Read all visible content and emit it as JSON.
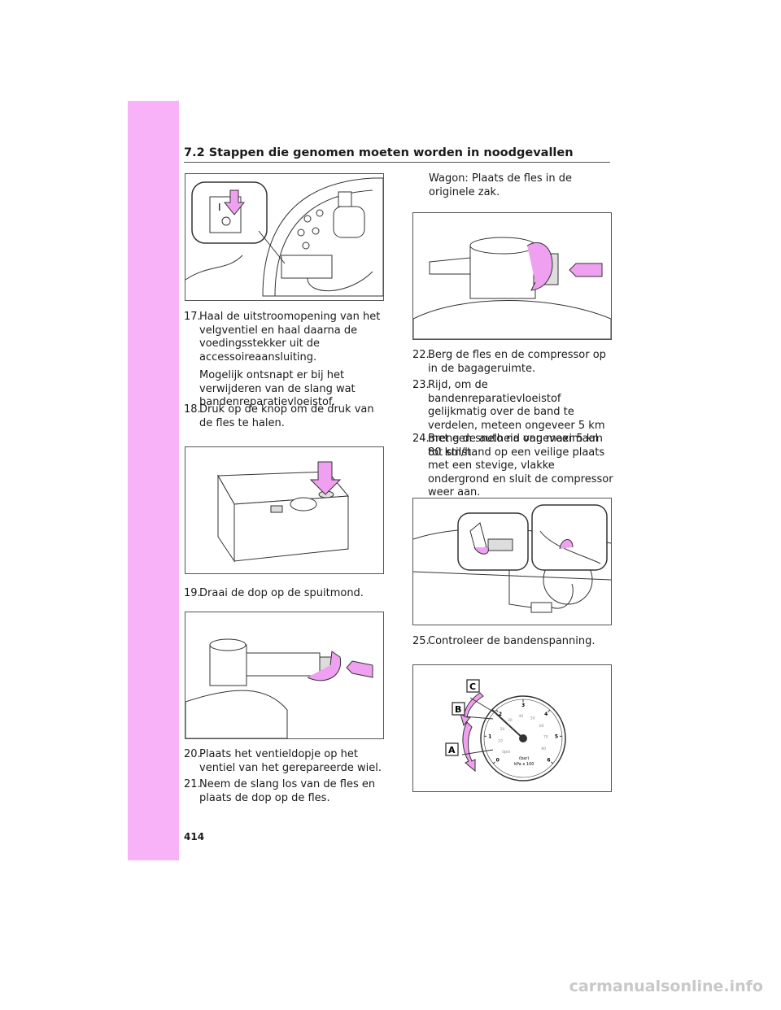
{
  "header": {
    "title": "7.2  Stappen die genomen moeten worden in noodgevallen"
  },
  "page_number": "414",
  "left_column": {
    "step17": {
      "num": "17.",
      "text": "Haal de uitstroomopening van het velgventiel en haal daarna de voedingsstekker uit de accessoireaansluiting.",
      "note": "Mogelijk ontsnapt er bij het verwijderen van de slang wat bandenreparatievloeistof."
    },
    "step18": {
      "num": "18.",
      "text": "Druk op de knop om de druk van de fles te halen."
    },
    "step19": {
      "num": "19.",
      "text": "Draai de dop op de spuitmond."
    },
    "step20": {
      "num": "20.",
      "text": "Plaats het ventieldopje op het ventiel van het gerepareerde wiel."
    },
    "step21": {
      "num": "21.",
      "text": "Neem de slang los van de fles en plaats de dop op de fles."
    }
  },
  "right_column": {
    "wagon_note": "Wagon: Plaats de fles in de originele zak.",
    "step22": {
      "num": "22.",
      "text": "Berg de fles en de compressor op in de bagageruimte."
    },
    "step23": {
      "num": "23.",
      "text": "Rijd, om de bandenreparatievloeistof gelijkmatig over de band te verdelen, meteen ongeveer 5 km met een snelheid van maximaal 80 km/h."
    },
    "step24": {
      "num": "24.",
      "text": "Breng de auto na ongeveer 5 km tot stilstand op een veilige plaats met een stevige, vlakke ondergrond en sluit de compressor weer aan."
    },
    "step25": {
      "num": "25.",
      "text": "Controleer de bandenspanning."
    }
  },
  "gauge_labels": {
    "a": "A",
    "b": "B",
    "c": "C",
    "unit_bar": "(bar)",
    "unit_kpa": "kPa x 100",
    "unit_psi": "psi"
  },
  "gauge_outer_ticks": [
    "0",
    "1",
    "2",
    "3",
    "4",
    "5",
    "6"
  ],
  "gauge_inner_ticks": [
    "0",
    "10",
    "20",
    "30",
    "40",
    "50",
    "60",
    "70",
    "80"
  ],
  "watermark": "carmanualsonline.info",
  "colors": {
    "sidebar": "#f8b3f8",
    "arrow_pink": "#f0a0f0"
  }
}
